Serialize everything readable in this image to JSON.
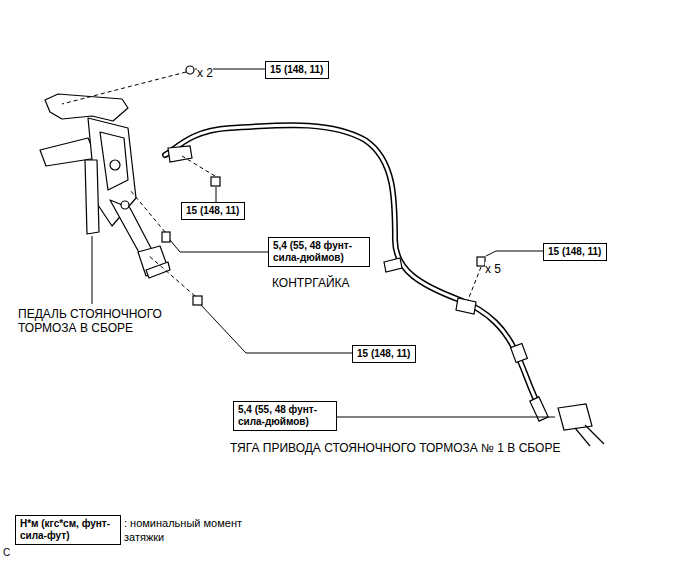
{
  "diagram": {
    "nodes": [
      {
        "text": [
          "15 (148, 11)"
        ]
      },
      {
        "text": [
          "15 (148, 11)"
        ]
      },
      {
        "text": [
          "5,4 (55, 48 фунт-сила-дюймов)"
        ]
      },
      {
        "text": [
          "15 (148, 11)"
        ]
      },
      {
        "text": [
          "15 (148, 11)"
        ]
      },
      {
        "text": [
          "5,4 (55, 48 фунт-сила-дюймов)"
        ]
      },
      {
        "text": [
          "Н*м (кгс*см, фунт-сила-фут)"
        ]
      }
    ],
    "labels": [
      "x 2",
      "x 5",
      "КОНТРГАЙКА",
      "ПЕДАЛЬ СТОЯНОЧНОГО ТОРМОЗА В СБОРЕ",
      "ТЯГА ПРИВОДА СТОЯНОЧНОГО ТОРМОЗА № 1 В СБОРЕ",
      ": номинальный момент затяжки",
      "C"
    ]
  }
}
